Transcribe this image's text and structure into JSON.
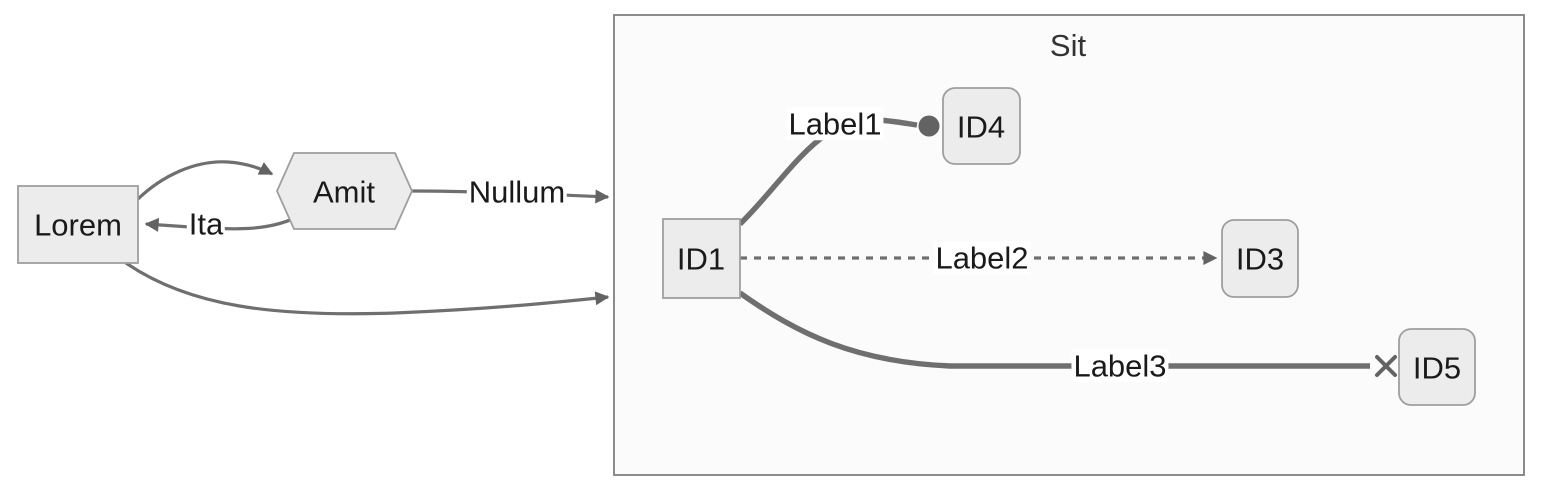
{
  "diagram": {
    "type": "flowchart",
    "direction": "left-to-right",
    "subgraph": {
      "title": "Sit"
    },
    "nodes": [
      {
        "id": "Lorem",
        "label": "Lorem",
        "shape": "rectangle"
      },
      {
        "id": "Amit",
        "label": "Amit",
        "shape": "hexagon"
      },
      {
        "id": "ID1",
        "label": "ID1",
        "shape": "rectangle"
      },
      {
        "id": "ID4",
        "label": "ID4",
        "shape": "rounded-rectangle"
      },
      {
        "id": "ID3",
        "label": "ID3",
        "shape": "rounded-rectangle"
      },
      {
        "id": "ID5",
        "label": "ID5",
        "shape": "rounded-rectangle"
      }
    ],
    "edges": [
      {
        "from": "Lorem",
        "to": "Amit",
        "label": "",
        "line": "solid",
        "end": "arrow"
      },
      {
        "from": "Amit",
        "to": "Lorem",
        "label": "Ita",
        "line": "solid",
        "end": "arrow"
      },
      {
        "from": "Amit",
        "to": "Sit",
        "label": "Nullum",
        "line": "solid",
        "end": "arrow"
      },
      {
        "from": "Lorem",
        "to": "Sit",
        "label": "",
        "line": "solid",
        "end": "arrow"
      },
      {
        "from": "ID1",
        "to": "ID4",
        "label": "Label1",
        "line": "thick",
        "end": "circle"
      },
      {
        "from": "ID1",
        "to": "ID3",
        "label": "Label2",
        "line": "dotted",
        "end": "arrow"
      },
      {
        "from": "ID1",
        "to": "ID5",
        "label": "Label3",
        "line": "thick",
        "end": "cross"
      }
    ],
    "colors": {
      "node_fill": "#ececec",
      "node_border": "#9e9e9e",
      "edge": "#6f6f6f",
      "arrow": "#636363",
      "subgraph_fill": "#fbfbfb",
      "subgraph_border": "#808080",
      "node_text": "#1a1a1a",
      "title_text": "#333333",
      "background": "#ffffff"
    }
  }
}
